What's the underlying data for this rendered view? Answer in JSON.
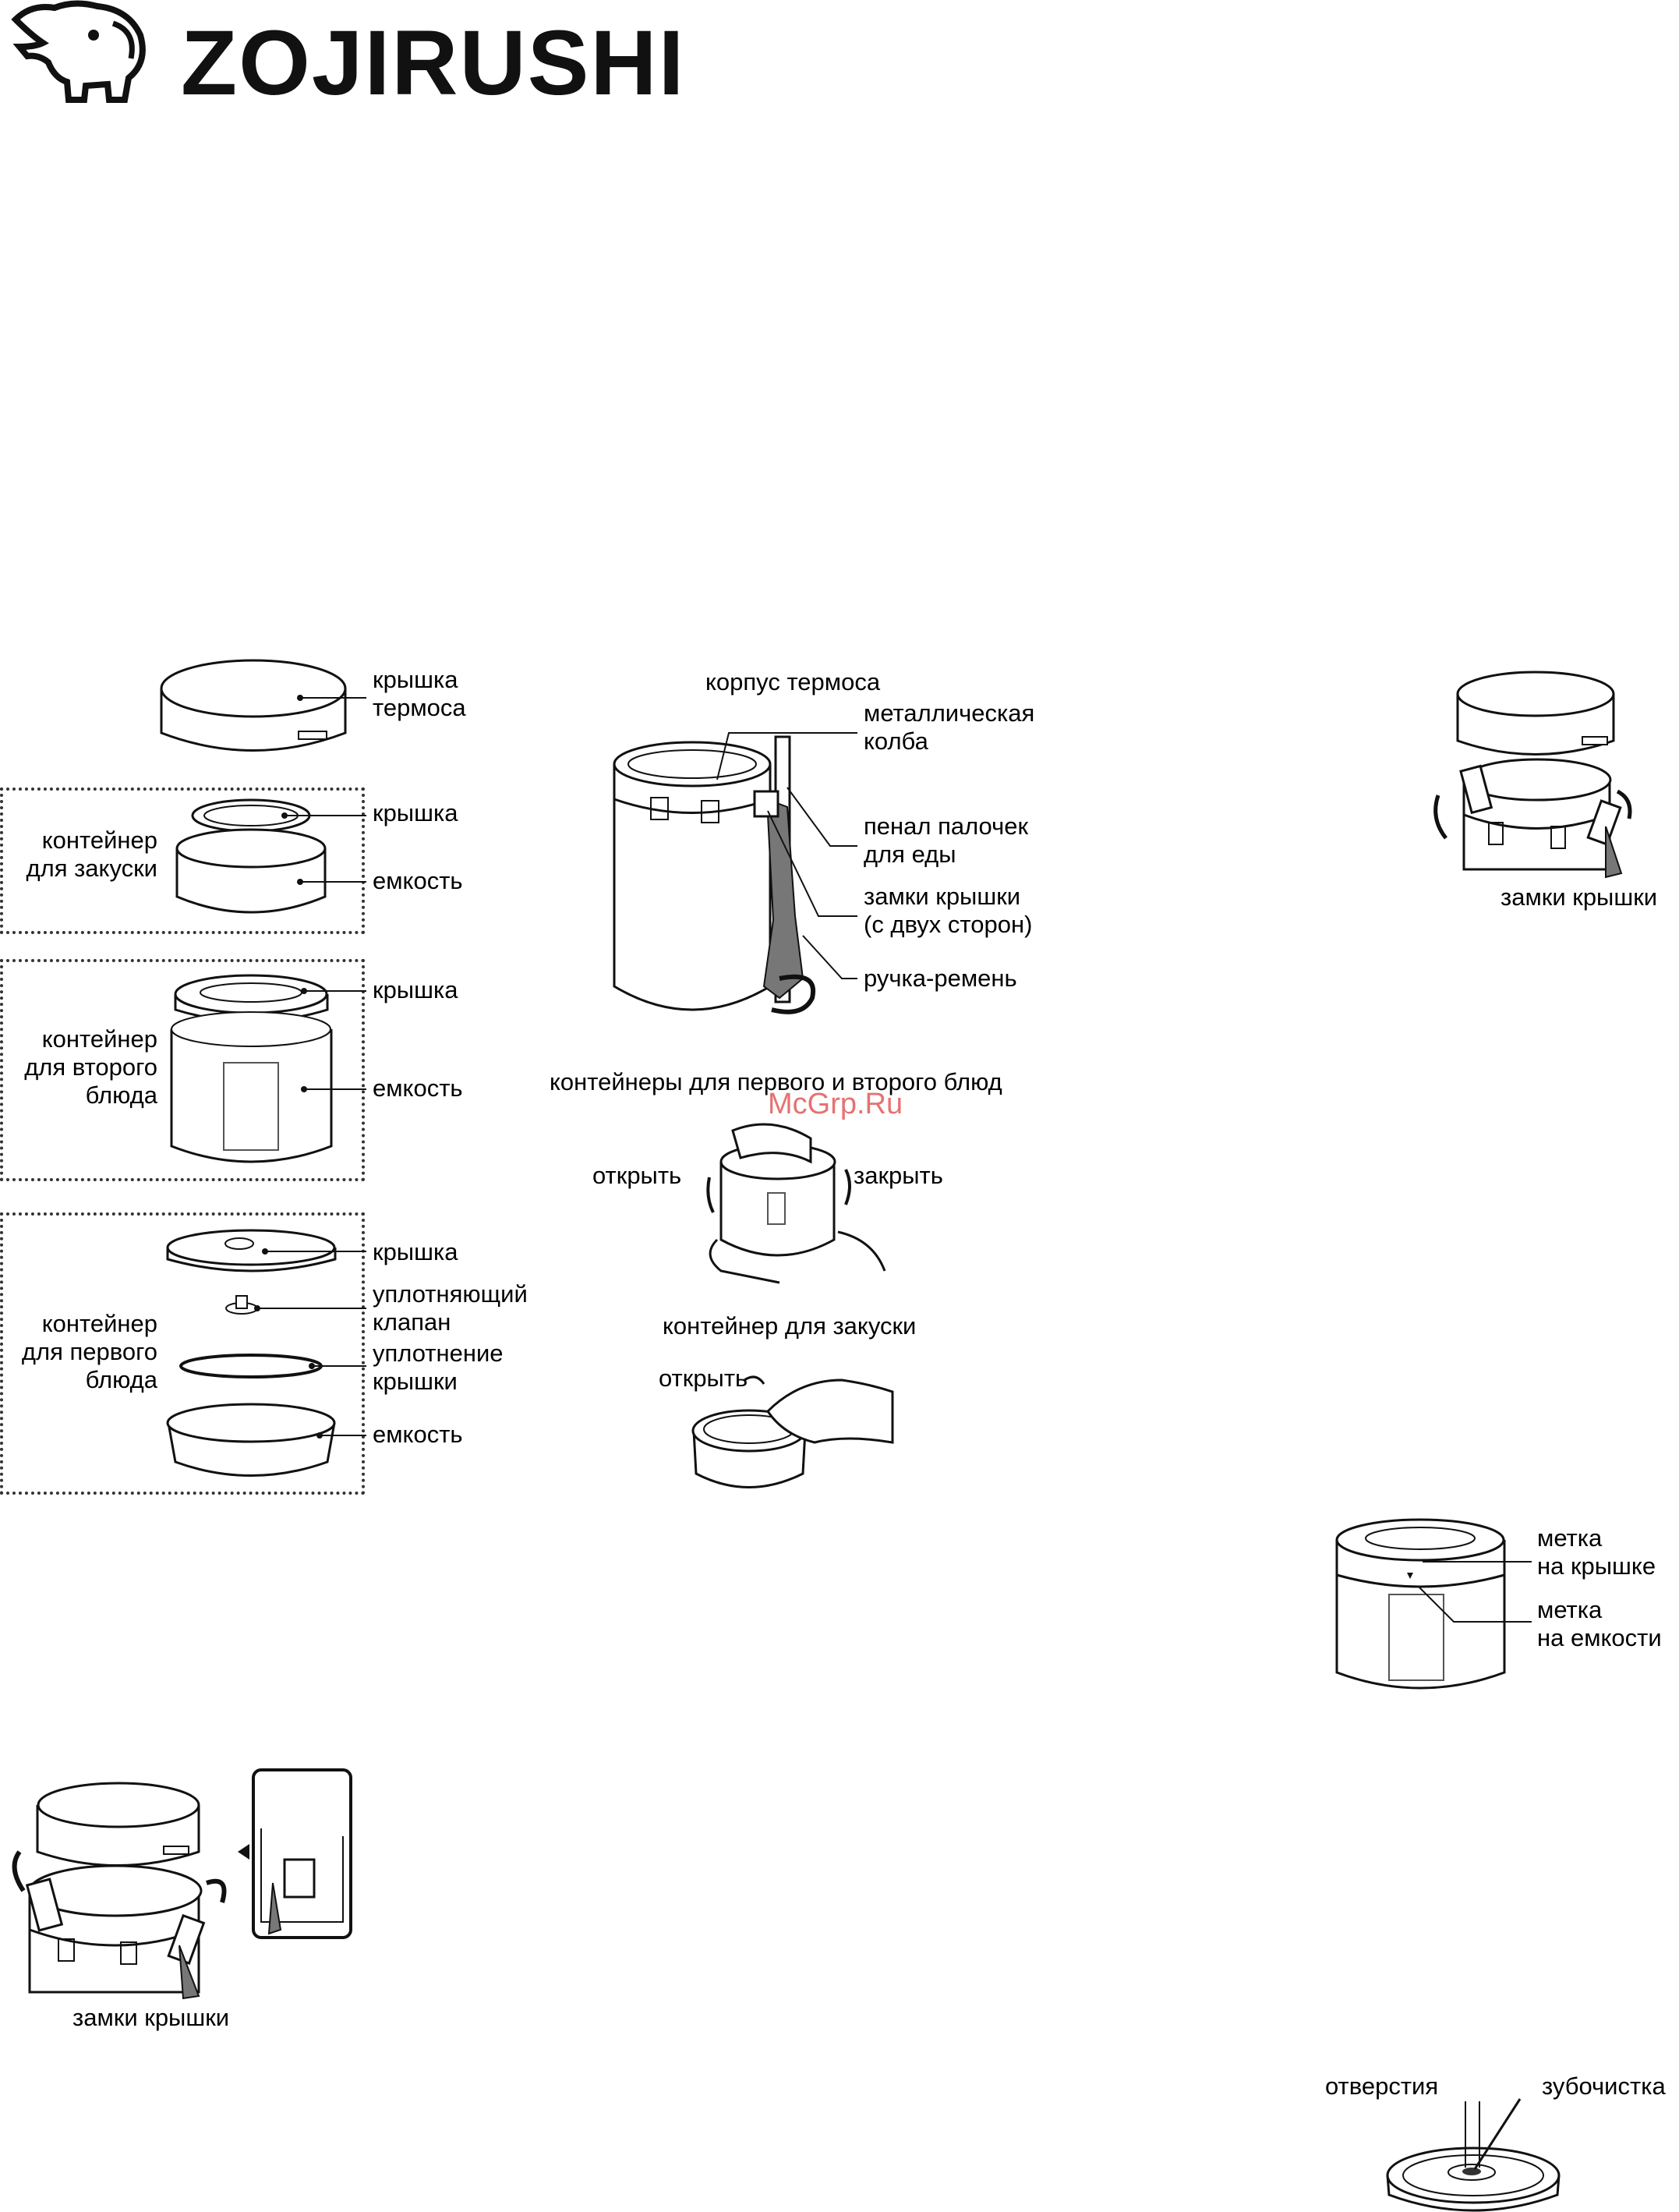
{
  "brand": {
    "name": "ZOJIRUSHI"
  },
  "watermark": "McGrp.Ru",
  "parts": {
    "thermos_lid": [
      "крышка",
      "термоса"
    ],
    "snack_container": {
      "group": [
        "контейнер",
        "для закуски"
      ],
      "lid": "крышка",
      "bowl": "емкость"
    },
    "second_course": {
      "group": [
        "контейнер",
        "для второго",
        "блюда"
      ],
      "lid": "крышка",
      "bowl": "емкость"
    },
    "first_course": {
      "group": [
        "контейнер",
        "для первого",
        "блюда"
      ],
      "lid": "крышка",
      "valve": [
        "уплотняющий",
        "клапан"
      ],
      "seal": [
        "уплотнение",
        "крышки"
      ],
      "bowl": "емкость"
    }
  },
  "body": {
    "title": "корпус термоса",
    "flask": [
      "металлическая",
      "колба"
    ],
    "chopsticks": [
      "пенал палочек",
      "для еды"
    ],
    "latches": [
      "замки крышки",
      "(с двух сторон)"
    ],
    "strap": "ручка-ремень"
  },
  "containers_usage": {
    "title": "контейнеры для первого и второго блюд",
    "open": "открыть",
    "close": "закрыть"
  },
  "snack_usage": {
    "title": "контейнер для закуски",
    "open": "открыть"
  },
  "latches_right": "замки крышки",
  "marks": {
    "lid_mark": [
      "метка",
      "на крышке"
    ],
    "bowl_mark": [
      "метка",
      "на емкости"
    ]
  },
  "latches_bottom": "замки крышки",
  "valve_cleaning": {
    "holes": "отверстия",
    "toothpick": "зубочистка"
  }
}
